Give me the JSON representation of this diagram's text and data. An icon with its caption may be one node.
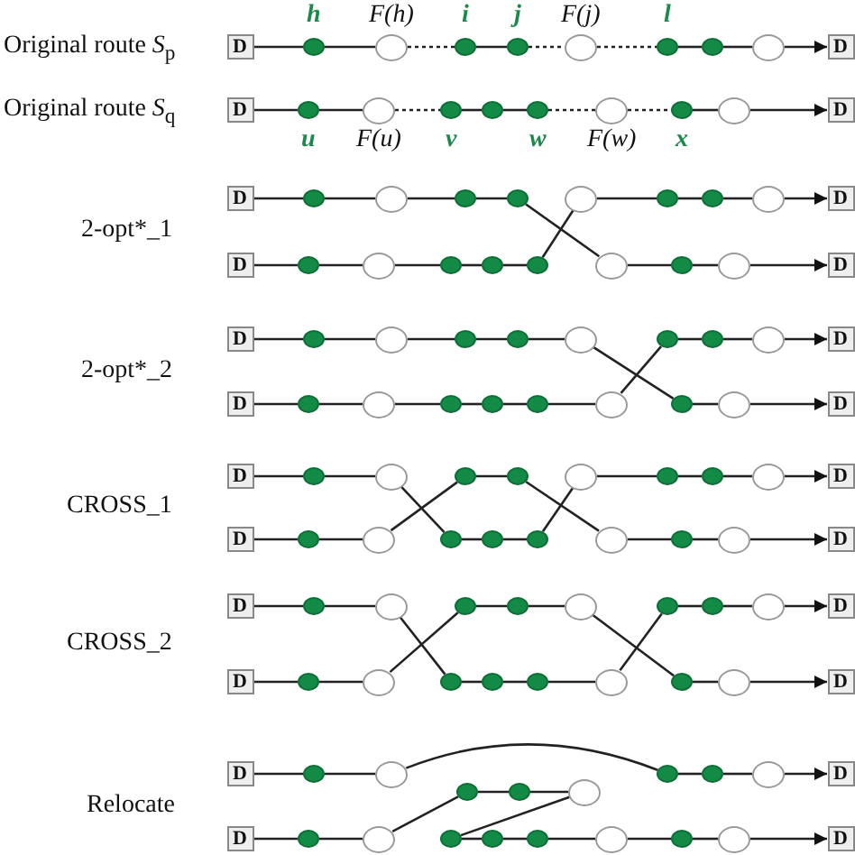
{
  "diagram": {
    "nodes": [
      {
        "text": [
          "D"
        ]
      },
      {
        "text": [],
        "shape": "circle",
        "beside": [
          "h"
        ]
      },
      {
        "text": [],
        "shape": "circle",
        "beside": [
          "F(h)"
        ]
      },
      {
        "text": [],
        "shape": "circle",
        "beside": [
          "i"
        ]
      },
      {
        "text": [],
        "shape": "circle",
        "beside": [
          "j"
        ]
      },
      {
        "text": [],
        "shape": "circle",
        "beside": [
          "F(j)"
        ]
      },
      {
        "text": [],
        "shape": "circle",
        "beside": [
          "l"
        ]
      },
      {
        "text": [],
        "shape": "circle"
      },
      {
        "text": [],
        "shape": "circle"
      },
      {
        "text": [
          "D"
        ]
      },
      {
        "text": [
          "D"
        ]
      },
      {
        "text": [],
        "shape": "circle",
        "beside": [
          "u"
        ]
      },
      {
        "text": [],
        "shape": "circle",
        "beside": [
          "F(u)"
        ]
      },
      {
        "text": [],
        "shape": "circle",
        "beside": [
          "v"
        ]
      },
      {
        "text": [],
        "shape": "circle"
      },
      {
        "text": [],
        "shape": "circle",
        "beside": [
          "w"
        ]
      },
      {
        "text": [],
        "shape": "circle",
        "beside": [
          "F(w)"
        ]
      },
      {
        "text": [],
        "shape": "circle",
        "beside": [
          "x"
        ]
      },
      {
        "text": [],
        "shape": "circle"
      },
      {
        "text": [
          "D"
        ]
      },
      {
        "text": [
          "D"
        ]
      },
      {
        "text": [],
        "shape": "circle"
      },
      {
        "text": [],
        "shape": "circle"
      },
      {
        "text": [],
        "shape": "circle"
      },
      {
        "text": [],
        "shape": "circle"
      },
      {
        "text": [],
        "shape": "circle"
      },
      {
        "text": [],
        "shape": "circle"
      },
      {
        "text": [],
        "shape": "circle"
      },
      {
        "text": [],
        "shape": "circle"
      },
      {
        "text": [
          "D"
        ]
      },
      {
        "text": [
          "D"
        ]
      },
      {
        "text": [],
        "shape": "circle"
      },
      {
        "text": [],
        "shape": "circle"
      },
      {
        "text": [],
        "shape": "circle"
      },
      {
        "text": [],
        "shape": "circle"
      },
      {
        "text": [],
        "shape": "circle"
      },
      {
        "text": [],
        "shape": "circle"
      },
      {
        "text": [],
        "shape": "circle"
      },
      {
        "text": [],
        "shape": "circle"
      },
      {
        "text": [
          "D"
        ]
      },
      {
        "text": [
          "D"
        ]
      },
      {
        "text": [],
        "shape": "circle"
      },
      {
        "text": [],
        "shape": "circle"
      },
      {
        "text": [],
        "shape": "circle"
      },
      {
        "text": [],
        "shape": "circle"
      },
      {
        "text": [],
        "shape": "circle"
      },
      {
        "text": [],
        "shape": "circle"
      },
      {
        "text": [],
        "shape": "circle"
      },
      {
        "text": [],
        "shape": "circle"
      },
      {
        "text": [
          "D"
        ]
      },
      {
        "text": [
          "D"
        ]
      },
      {
        "text": [],
        "shape": "circle"
      },
      {
        "text": [],
        "shape": "circle"
      },
      {
        "text": [],
        "shape": "circle"
      },
      {
        "text": [],
        "shape": "circle"
      },
      {
        "text": [],
        "shape": "circle"
      },
      {
        "text": [],
        "shape": "circle"
      },
      {
        "text": [],
        "shape": "circle"
      },
      {
        "text": [],
        "shape": "circle"
      },
      {
        "text": [
          "D"
        ]
      },
      {
        "text": [
          "D"
        ]
      },
      {
        "text": [],
        "shape": "circle"
      },
      {
        "text": [],
        "shape": "circle"
      },
      {
        "text": [],
        "shape": "circle"
      },
      {
        "text": [],
        "shape": "circle"
      },
      {
        "text": [],
        "shape": "circle"
      },
      {
        "text": [],
        "shape": "circle"
      },
      {
        "text": [],
        "shape": "circle"
      },
      {
        "text": [],
        "shape": "circle"
      },
      {
        "text": [
          "D"
        ]
      },
      {
        "text": [
          "D"
        ]
      },
      {
        "text": [],
        "shape": "circle"
      },
      {
        "text": [],
        "shape": "circle"
      },
      {
        "text": [],
        "shape": "circle"
      },
      {
        "text": [],
        "shape": "circle"
      },
      {
        "text": [],
        "shape": "circle"
      },
      {
        "text": [],
        "shape": "circle"
      },
      {
        "text": [],
        "shape": "circle"
      },
      {
        "text": [],
        "shape": "circle"
      },
      {
        "text": [
          "D"
        ]
      },
      {
        "text": [
          "D"
        ]
      },
      {
        "text": [],
        "shape": "circle"
      },
      {
        "text": [],
        "shape": "circle"
      },
      {
        "text": [],
        "shape": "circle"
      },
      {
        "text": [],
        "shape": "circle"
      },
      {
        "text": [],
        "shape": "circle"
      },
      {
        "text": [],
        "shape": "circle"
      },
      {
        "text": [],
        "shape": "circle"
      },
      {
        "text": [],
        "shape": "circle"
      },
      {
        "text": [
          "D"
        ]
      },
      {
        "text": [
          "D"
        ]
      },
      {
        "text": [],
        "shape": "circle"
      },
      {
        "text": [],
        "shape": "circle"
      },
      {
        "text": [],
        "shape": "circle"
      },
      {
        "text": [],
        "shape": "circle"
      },
      {
        "text": [],
        "shape": "circle"
      },
      {
        "text": [],
        "shape": "circle"
      },
      {
        "text": [],
        "shape": "circle"
      },
      {
        "text": [],
        "shape": "circle"
      },
      {
        "text": [
          "D"
        ]
      },
      {
        "text": [
          "D"
        ]
      },
      {
        "text": [],
        "shape": "circle"
      },
      {
        "text": [],
        "shape": "circle"
      },
      {
        "text": [],
        "shape": "circle"
      },
      {
        "text": [],
        "shape": "circle"
      },
      {
        "text": [],
        "shape": "circle"
      },
      {
        "text": [
          "D"
        ]
      },
      {
        "text": [],
        "shape": "circle"
      },
      {
        "text": [],
        "shape": "circle"
      },
      {
        "text": [],
        "shape": "circle"
      },
      {
        "text": [
          "D"
        ]
      },
      {
        "text": [],
        "shape": "circle"
      },
      {
        "text": [],
        "shape": "circle"
      },
      {
        "text": [],
        "shape": "circle"
      },
      {
        "text": [],
        "shape": "circle"
      },
      {
        "text": [],
        "shape": "circle"
      },
      {
        "text": [],
        "shape": "circle"
      },
      {
        "text": [],
        "shape": "circle"
      },
      {
        "text": [],
        "shape": "circle"
      },
      {
        "text": [
          "D"
        ]
      }
    ],
    "edges": [
      {
        "from": 0,
        "to": 1,
        "arrow": "none"
      },
      {
        "from": 1,
        "to": 2,
        "arrow": "none"
      },
      {
        "from": 2,
        "to": 3,
        "arrow": "none",
        "style": "dashed"
      },
      {
        "from": 3,
        "to": 4,
        "arrow": "none"
      },
      {
        "from": 4,
        "to": 5,
        "arrow": "none",
        "style": "dashed"
      },
      {
        "from": 5,
        "to": 6,
        "arrow": "none",
        "style": "dashed"
      },
      {
        "from": 6,
        "to": 7,
        "arrow": "none"
      },
      {
        "from": 7,
        "to": 8,
        "arrow": "none"
      },
      {
        "from": 8,
        "to": 9,
        "arrow": "to"
      },
      {
        "from": 10,
        "to": 11,
        "arrow": "none"
      },
      {
        "from": 11,
        "to": 12,
        "arrow": "none"
      },
      {
        "from": 12,
        "to": 13,
        "arrow": "none",
        "style": "dashed"
      },
      {
        "from": 13,
        "to": 14,
        "arrow": "none"
      },
      {
        "from": 14,
        "to": 15,
        "arrow": "none"
      },
      {
        "from": 15,
        "to": 16,
        "arrow": "none",
        "style": "dashed"
      },
      {
        "from": 16,
        "to": 17,
        "arrow": "none",
        "style": "dashed"
      },
      {
        "from": 17,
        "to": 18,
        "arrow": "none"
      },
      {
        "from": 18,
        "to": 19,
        "arrow": "to"
      },
      {
        "from": 20,
        "to": 21,
        "arrow": "none"
      },
      {
        "from": 21,
        "to": 22,
        "arrow": "none"
      },
      {
        "from": 22,
        "to": 23,
        "arrow": "none"
      },
      {
        "from": 23,
        "to": 24,
        "arrow": "none"
      },
      {
        "from": 24,
        "to": 36,
        "arrow": "none"
      },
      {
        "from": 25,
        "to": 26,
        "arrow": "none"
      },
      {
        "from": 26,
        "to": 27,
        "arrow": "none"
      },
      {
        "from": 27,
        "to": 28,
        "arrow": "none"
      },
      {
        "from": 28,
        "to": 29,
        "arrow": "to"
      },
      {
        "from": 30,
        "to": 31,
        "arrow": "none"
      },
      {
        "from": 31,
        "to": 32,
        "arrow": "none"
      },
      {
        "from": 32,
        "to": 33,
        "arrow": "none"
      },
      {
        "from": 33,
        "to": 34,
        "arrow": "none"
      },
      {
        "from": 34,
        "to": 35,
        "arrow": "none"
      },
      {
        "from": 35,
        "to": 25,
        "arrow": "none"
      },
      {
        "from": 36,
        "to": 37,
        "arrow": "none"
      },
      {
        "from": 37,
        "to": 38,
        "arrow": "none"
      },
      {
        "from": 38,
        "to": 39,
        "arrow": "to"
      },
      {
        "from": 40,
        "to": 41,
        "arrow": "none"
      },
      {
        "from": 41,
        "to": 42,
        "arrow": "none"
      },
      {
        "from": 42,
        "to": 43,
        "arrow": "none"
      },
      {
        "from": 43,
        "to": 44,
        "arrow": "none"
      },
      {
        "from": 44,
        "to": 45,
        "arrow": "none"
      },
      {
        "from": 45,
        "to": 57,
        "arrow": "none"
      },
      {
        "from": 46,
        "to": 47,
        "arrow": "none"
      },
      {
        "from": 47,
        "to": 48,
        "arrow": "none"
      },
      {
        "from": 48,
        "to": 49,
        "arrow": "to"
      },
      {
        "from": 50,
        "to": 51,
        "arrow": "none"
      },
      {
        "from": 51,
        "to": 52,
        "arrow": "none"
      },
      {
        "from": 52,
        "to": 53,
        "arrow": "none"
      },
      {
        "from": 53,
        "to": 54,
        "arrow": "none"
      },
      {
        "from": 54,
        "to": 55,
        "arrow": "none"
      },
      {
        "from": 55,
        "to": 56,
        "arrow": "none"
      },
      {
        "from": 56,
        "to": 46,
        "arrow": "none"
      },
      {
        "from": 57,
        "to": 58,
        "arrow": "none"
      },
      {
        "from": 58,
        "to": 59,
        "arrow": "to"
      },
      {
        "from": 60,
        "to": 61,
        "arrow": "none"
      },
      {
        "from": 61,
        "to": 62,
        "arrow": "none"
      },
      {
        "from": 62,
        "to": 73,
        "arrow": "none"
      },
      {
        "from": 63,
        "to": 64,
        "arrow": "none"
      },
      {
        "from": 64,
        "to": 76,
        "arrow": "none"
      },
      {
        "from": 65,
        "to": 66,
        "arrow": "none"
      },
      {
        "from": 66,
        "to": 67,
        "arrow": "none"
      },
      {
        "from": 67,
        "to": 68,
        "arrow": "none"
      },
      {
        "from": 68,
        "to": 69,
        "arrow": "to"
      },
      {
        "from": 70,
        "to": 71,
        "arrow": "none"
      },
      {
        "from": 71,
        "to": 72,
        "arrow": "none"
      },
      {
        "from": 72,
        "to": 63,
        "arrow": "none"
      },
      {
        "from": 73,
        "to": 74,
        "arrow": "none"
      },
      {
        "from": 74,
        "to": 75,
        "arrow": "none"
      },
      {
        "from": 75,
        "to": 65,
        "arrow": "none"
      },
      {
        "from": 76,
        "to": 77,
        "arrow": "none"
      },
      {
        "from": 77,
        "to": 78,
        "arrow": "none"
      },
      {
        "from": 78,
        "to": 79,
        "arrow": "to"
      },
      {
        "from": 80,
        "to": 81,
        "arrow": "none"
      },
      {
        "from": 81,
        "to": 82,
        "arrow": "none"
      },
      {
        "from": 82,
        "to": 93,
        "arrow": "none"
      },
      {
        "from": 83,
        "to": 84,
        "arrow": "none"
      },
      {
        "from": 84,
        "to": 85,
        "arrow": "none"
      },
      {
        "from": 85,
        "to": 97,
        "arrow": "none"
      },
      {
        "from": 86,
        "to": 87,
        "arrow": "none"
      },
      {
        "from": 87,
        "to": 88,
        "arrow": "none"
      },
      {
        "from": 88,
        "to": 89,
        "arrow": "to"
      },
      {
        "from": 90,
        "to": 91,
        "arrow": "none"
      },
      {
        "from": 91,
        "to": 92,
        "arrow": "none"
      },
      {
        "from": 92,
        "to": 83,
        "arrow": "none"
      },
      {
        "from": 93,
        "to": 94,
        "arrow": "none"
      },
      {
        "from": 94,
        "to": 95,
        "arrow": "none"
      },
      {
        "from": 95,
        "to": 96,
        "arrow": "none"
      },
      {
        "from": 96,
        "to": 86,
        "arrow": "none"
      },
      {
        "from": 97,
        "to": 98,
        "arrow": "none"
      },
      {
        "from": 98,
        "to": 99,
        "arrow": "to"
      },
      {
        "from": 100,
        "to": 101,
        "arrow": "none"
      },
      {
        "from": 101,
        "to": 102,
        "arrow": "none"
      },
      {
        "from": 102,
        "to": 103,
        "arrow": "none"
      },
      {
        "from": 103,
        "to": 104,
        "arrow": "none"
      },
      {
        "from": 104,
        "to": 105,
        "arrow": "none"
      },
      {
        "from": 105,
        "to": 106,
        "arrow": "to"
      },
      {
        "from": 107,
        "to": 108,
        "arrow": "none"
      },
      {
        "from": 108,
        "to": 109,
        "arrow": "none"
      },
      {
        "from": 110,
        "to": 111,
        "arrow": "none"
      },
      {
        "from": 111,
        "to": 112,
        "arrow": "none"
      },
      {
        "from": 112,
        "to": 107,
        "arrow": "none"
      },
      {
        "from": 109,
        "to": 113,
        "arrow": "none"
      },
      {
        "from": 113,
        "to": 114,
        "arrow": "none"
      },
      {
        "from": 114,
        "to": 115,
        "arrow": "none"
      },
      {
        "from": 115,
        "to": 116,
        "arrow": "none"
      },
      {
        "from": 116,
        "to": 117,
        "arrow": "none"
      },
      {
        "from": 117,
        "to": 118,
        "arrow": "none"
      },
      {
        "from": 118,
        "to": 119,
        "arrow": "to"
      }
    ],
    "labels": [
      "Original route *S*$_{p}$",
      "Original route *S*$_{q}$",
      "2-opt*_1",
      "2-opt*_2",
      "CROSS_1",
      "CROSS_2",
      "Relocate"
    ]
  }
}
